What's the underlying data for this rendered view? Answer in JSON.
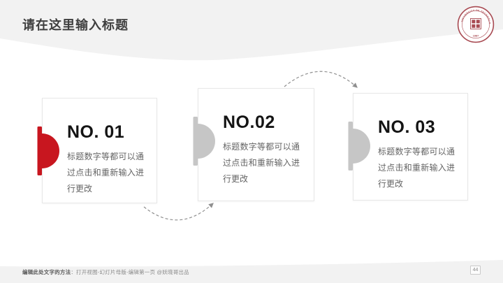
{
  "slide": {
    "title": "请在这里输入标题",
    "page_number": "44",
    "footer": {
      "method_label": "编辑此处文字的方法",
      "method_text": "：打开视图-幻灯片母版-编辑第一页 @妖晓哥出品"
    },
    "logo": {
      "ring_text": "UNIVERSITY OF TECHNOLOGY",
      "year": "1987"
    },
    "cards": [
      {
        "number": "NO. 01",
        "body": "标题数字等都可以通过点击和重新输入进行更改",
        "accent_color": "#c8161f"
      },
      {
        "number": "NO.02",
        "body": "标题数字等都可以通过点击和重新输入进行更改",
        "accent_color": "#c6c6c6"
      },
      {
        "number": "NO. 03",
        "body": "标题数字等都可以通过点击和重新输入进行更改",
        "accent_color": "#c6c6c6"
      }
    ],
    "colors": {
      "band": "#f2f2f2",
      "accent_red": "#c8161f",
      "accent_gray": "#c6c6c6",
      "arrow": "#8f8f8f",
      "seal": "#a84a52",
      "title_text": "#3f3f3f",
      "card_number_text": "#141414",
      "card_body_text": "#646464"
    }
  }
}
